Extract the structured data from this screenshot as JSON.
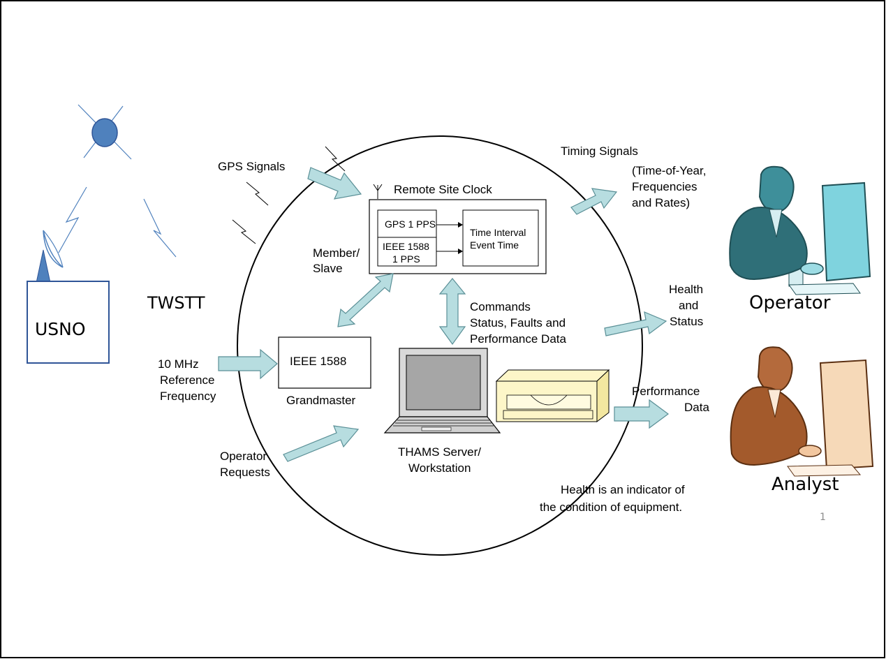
{
  "labels": {
    "usno": "USNO",
    "twstt": "TWSTT",
    "gps_signals": "GPS Signals",
    "remote_site_clock": "Remote Site Clock",
    "gps_1pps": "GPS 1 PPS",
    "ieee1588_1pps_line1": "IEEE 1588",
    "ieee1588_1pps_line2": "1 PPS",
    "time_interval_line1": "Time Interval",
    "time_interval_line2": "Event Time",
    "member_slave_line1": "Member/",
    "member_slave_line2": "Slave",
    "ieee1588": "IEEE 1588",
    "grandmaster": "Grandmaster",
    "ref_line1": "10 MHz",
    "ref_line2": "Reference",
    "ref_line3": "Frequency",
    "commands_line1": "Commands",
    "commands_line2": "Status, Faults and",
    "commands_line3": "Performance Data",
    "thams_line1": "THAMS Server/",
    "thams_line2": "Workstation",
    "operator_requests_line1": "Operator",
    "operator_requests_line2": "Requests",
    "timing_line1": "Timing Signals",
    "timing_line2": "(Time-of-Year,",
    "timing_line3": "Frequencies",
    "timing_line4": "and Rates)",
    "health_line1": "Health",
    "health_line2": "and",
    "health_line3": "Status",
    "performance_line1": "Performance",
    "performance_line2": "Data",
    "note_line1": "Health is an indicator of",
    "note_line2": "the condition of equipment.",
    "operator": "Operator",
    "analyst": "Analyst",
    "page_number": "1"
  },
  "colors": {
    "arrow_fill": "#b7dde0",
    "arrow_stroke": "#5a8f96",
    "satellite": "#4f81bd",
    "signal_line": "#4f81bd",
    "usno_border": "#2f5597",
    "operator_tone": "#3e8f9a",
    "analyst_tone": "#b46a3c",
    "disk_drive": "#fdf6c8"
  }
}
